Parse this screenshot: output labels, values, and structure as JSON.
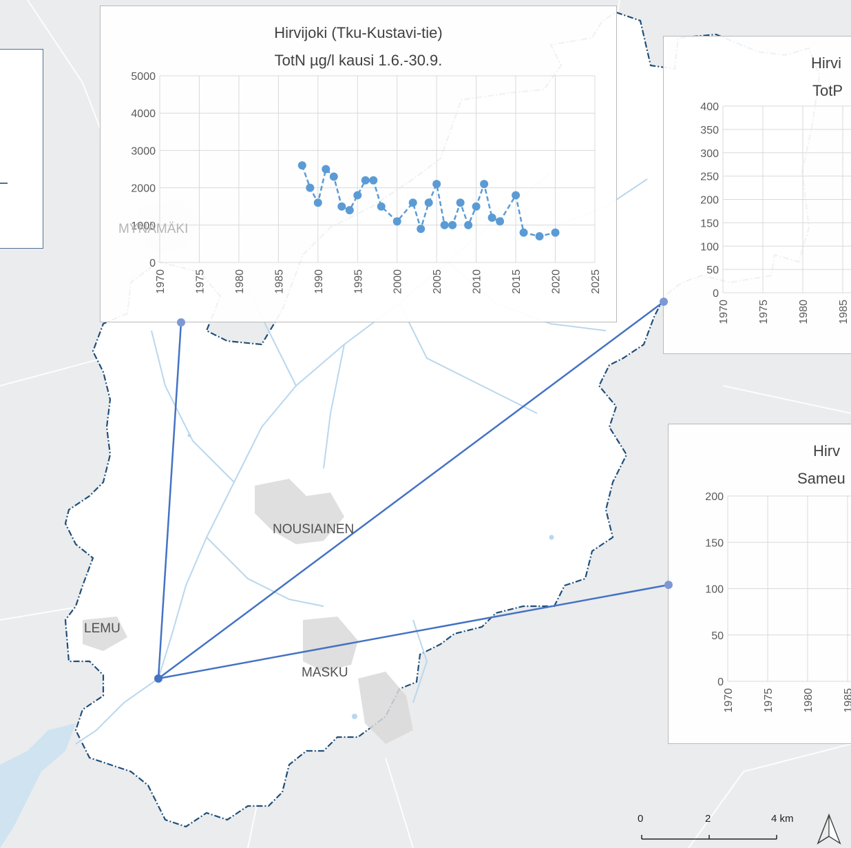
{
  "places": {
    "mynamaki": "MYNÄMÄKI",
    "nousiainen": "NOUSIAINEN",
    "lemu": "LEMU",
    "masku": "MASKU"
  },
  "scale_bar": {
    "zero": "0",
    "mid": "2",
    "end": "4 km"
  },
  "icons": {
    "north_arrow": "north-arrow-icon"
  },
  "colors": {
    "connector": "#4472c4",
    "catchment_border": "#1f4e79",
    "series": "#5b9bd5",
    "water": "#cfe3f1",
    "urban": "#d9d9d9",
    "map_background": "#ebeced"
  },
  "chart_data": [
    {
      "id": "totn",
      "type": "line",
      "title_line1": "Hirvijoki (Tku-Kustavi-tie)",
      "title_line2": "TotN µg/l kausi 1.6.-30.9.",
      "x_ticks": [
        "1970",
        "1975",
        "1980",
        "1985",
        "1990",
        "1995",
        "2000",
        "2005",
        "2010",
        "2015",
        "2020",
        "2025"
      ],
      "y_ticks": [
        "0",
        "1000",
        "2000",
        "3000",
        "4000",
        "5000"
      ],
      "xlim": [
        1970,
        2025
      ],
      "ylim": [
        0,
        5000
      ],
      "grid": true,
      "series": [
        {
          "x": [
            1988,
            1989,
            1990,
            1991,
            1992,
            1993,
            1994,
            1995,
            1996,
            1997,
            1998,
            2000,
            2002,
            2003,
            2004,
            2005,
            2006,
            2007,
            2008,
            2009,
            2010,
            2011,
            2012,
            2013,
            2015,
            2016,
            2018,
            2020
          ],
          "y": [
            2600,
            2000,
            1600,
            2500,
            2300,
            1500,
            1400,
            1800,
            2200,
            2200,
            1500,
            1100,
            1600,
            900,
            1600,
            2100,
            1000,
            1000,
            1600,
            1000,
            1500,
            2100,
            1200,
            1100,
            1800,
            800,
            700,
            800
          ]
        }
      ]
    },
    {
      "id": "totp",
      "type": "line",
      "title_line1": "Hirvi",
      "title_line2": "TotP",
      "x_ticks": [
        "1970",
        "1975",
        "1980",
        "1985"
      ],
      "y_ticks": [
        "0",
        "50",
        "100",
        "150",
        "200",
        "250",
        "300",
        "350",
        "400"
      ],
      "ylim": [
        0,
        400
      ],
      "grid": true
    },
    {
      "id": "sameus",
      "type": "line",
      "title_line1": "Hirv",
      "title_line2": "Sameu",
      "x_ticks": [
        "1970",
        "1975",
        "1980",
        "1985"
      ],
      "y_ticks": [
        "0",
        "50",
        "100",
        "150",
        "200"
      ],
      "ylim": [
        0,
        200
      ],
      "grid": true
    }
  ]
}
